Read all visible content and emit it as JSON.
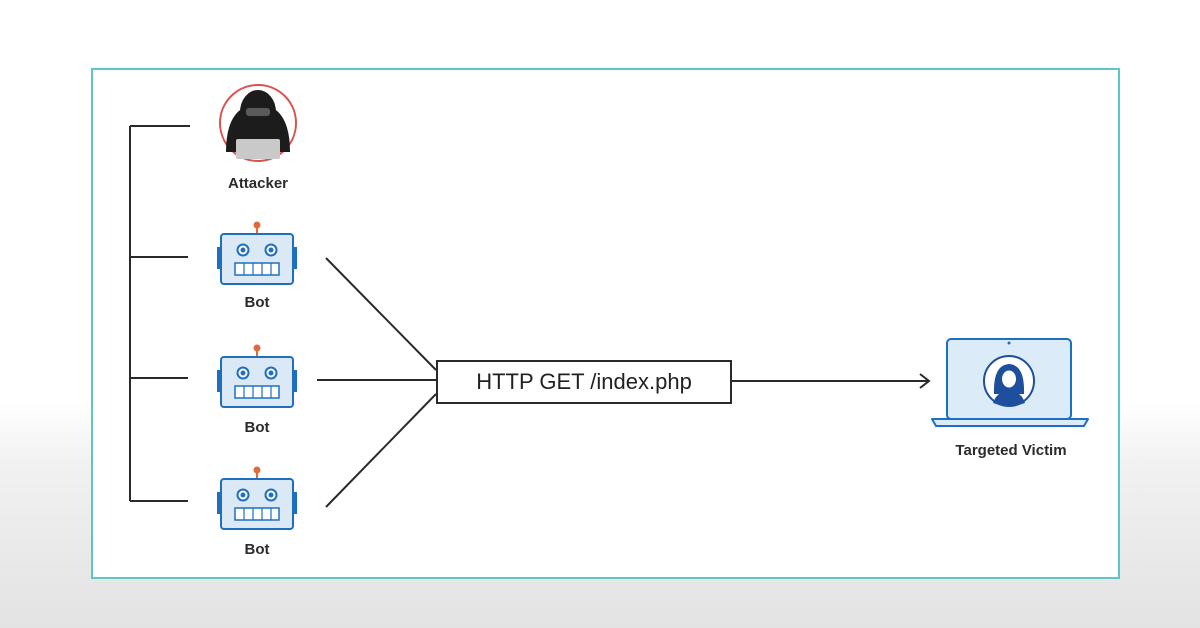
{
  "attacker": {
    "label": "Attacker"
  },
  "bots": [
    {
      "label": "Bot"
    },
    {
      "label": "Bot"
    },
    {
      "label": "Bot"
    }
  ],
  "request": {
    "label": "HTTP GET /index.php"
  },
  "victim": {
    "label": "Targeted Victim"
  },
  "colors": {
    "frame_border": "#5fc6c8",
    "attacker_ring": "#d9534f",
    "bot_body": "#dbe9f7",
    "bot_blue": "#1f6fc1",
    "bot_antenna": "#e06a3b",
    "laptop_screen": "#dcebf8",
    "victim_blue": "#1d4f9c"
  }
}
